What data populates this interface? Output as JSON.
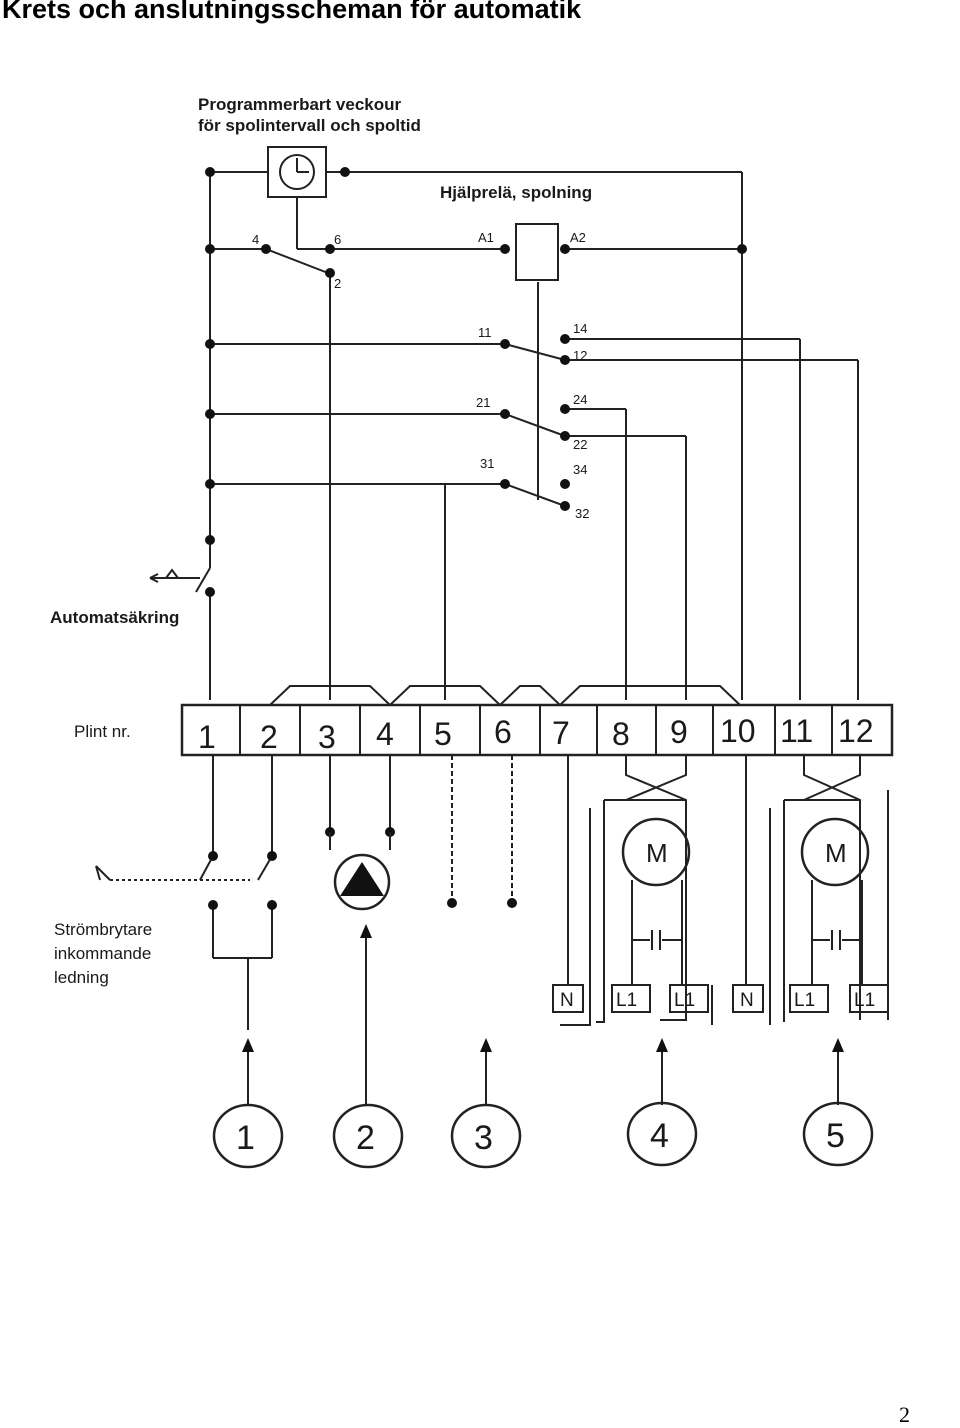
{
  "page": {
    "title": "Krets och anslutningsscheman för automatik",
    "page_number": "2"
  },
  "labels": {
    "timer_line1": "Programmerbart veckour",
    "timer_line2": "för spolintervall och spoltid",
    "relay": "Hjälprelä, spolning",
    "breaker": "Automatsäkring",
    "terminal_row": "Plint nr.",
    "switch_line1": "Strömbrytare",
    "switch_line2": "inkommande",
    "switch_line3": "ledning"
  },
  "timer_pins": {
    "p4": "4",
    "p6": "6",
    "p2": "2"
  },
  "relay_pins": {
    "a1": "A1",
    "a2": "A2",
    "p11": "11",
    "p14": "14",
    "p12": "12",
    "p21": "21",
    "p24": "24",
    "p22": "22",
    "p31": "31",
    "p34": "34",
    "p32": "32"
  },
  "terminals": [
    "1",
    "2",
    "3",
    "4",
    "5",
    "6",
    "7",
    "8",
    "9",
    "10",
    "11",
    "12"
  ],
  "motors": {
    "m1": "M",
    "m2": "M"
  },
  "motor_connectors": {
    "n_a": "N",
    "l1_a": "L1",
    "l1_b": "L1",
    "n_b": "N",
    "l1_c": "L1",
    "l1_d": "L1"
  },
  "circle_numbers": [
    "1",
    "2",
    "3",
    "4",
    "5"
  ],
  "icons": [
    "clock-icon",
    "pump-icon",
    "motor-icon"
  ]
}
